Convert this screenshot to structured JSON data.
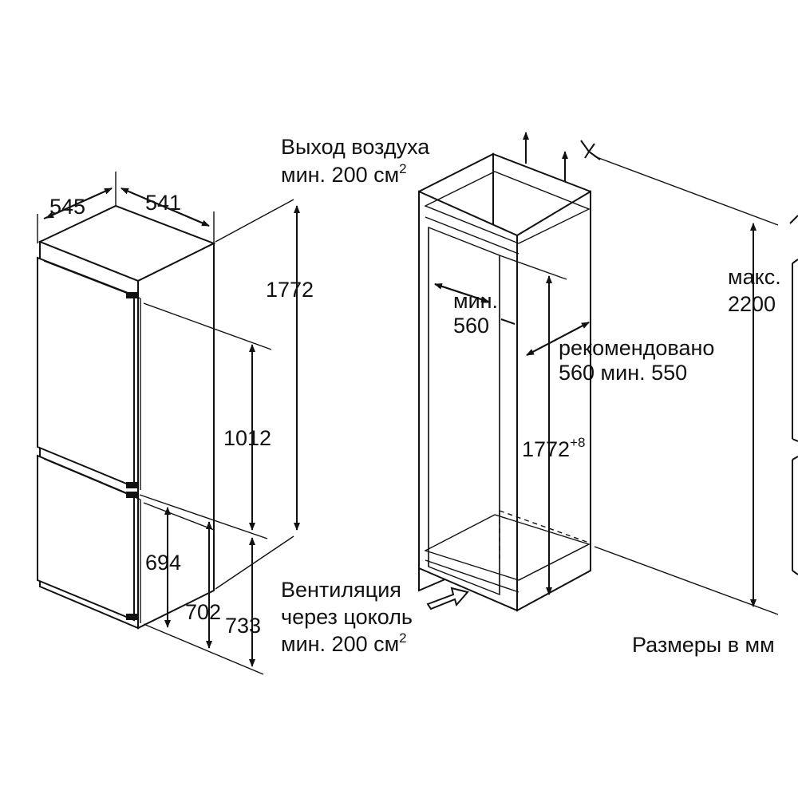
{
  "units_note": "Размеры в мм",
  "appliance": {
    "depth_left": "545",
    "width": "541",
    "height_total": "1772",
    "door_upper": "1012",
    "door_lower_a": "694",
    "door_lower_b": "702",
    "door_lower_c": "733"
  },
  "air_outlet": {
    "line1": "Выход воздуха",
    "line2": "мин. 200 см",
    "sup": "2"
  },
  "ventilation": {
    "line1": "Вентиляция",
    "line2": "через цоколь",
    "line3": "мин. 200 см",
    "sup": "2"
  },
  "niche": {
    "min_label": "мин.",
    "min_value": "560",
    "recommended_line1": "рекомендовано",
    "recommended_line2": "560 мин. 550",
    "height": "1772",
    "height_tolerance": "+8",
    "max_label": "макс.",
    "max_value": "2200"
  }
}
